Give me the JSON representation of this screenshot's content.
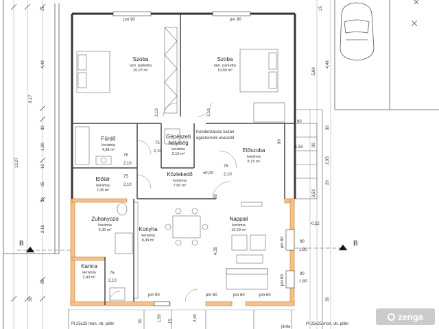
{
  "rooms": [
    {
      "id": "szoba-1",
      "name": "Szoba",
      "material": "lam. parketta",
      "area": "20,07 m²"
    },
    {
      "id": "szoba-2",
      "name": "Szoba",
      "material": "lam. parketta",
      "area": "19,89 m²"
    },
    {
      "id": "furdo",
      "name": "Fürdő",
      "material": "kerámia",
      "area": "4,98 m²"
    },
    {
      "id": "gepeszeti",
      "name": "Gépészeti helyiség",
      "material": "kerámia",
      "area": "2,10 m²"
    },
    {
      "id": "eloszoba",
      "name": "Előszoba",
      "material": "kerámia",
      "area": "8,15 m²"
    },
    {
      "id": "eloter",
      "name": "Előtér",
      "material": "kerámia",
      "area": "2,36 m²"
    },
    {
      "id": "kozlekedo",
      "name": "Közlekedő",
      "material": "kerámia",
      "area": "7,80 m²"
    },
    {
      "id": "zuhanyozo",
      "name": "Zuhanyozó",
      "material": "kerámia",
      "area": "5,30 m²"
    },
    {
      "id": "konyha",
      "name": "Konyha",
      "material": "kerámia",
      "area": "8,39 m²"
    },
    {
      "id": "nappali",
      "name": "Nappali",
      "material": "kerámia",
      "area": "19,29 m²"
    },
    {
      "id": "kamra",
      "name": "Kamra",
      "material": "kerámia",
      "area": "2,43 m²"
    }
  ],
  "notes": {
    "kazan_1": "Kondenzációs kazán",
    "kazan_2": "égéstermék elvezető",
    "level": "±0,00",
    "level_ext": "-0,52",
    "pillar_left": "Pl 25x25 mon. vb. pillér",
    "pillar_right": "Pl 25x25 mon. vb. pillér",
    "jarda": "járda"
  },
  "section_marks": {
    "left": "B",
    "right": "B"
  },
  "dimensions": {
    "pm90_top_1": "pm 90",
    "pm90_top_2": "pm 90",
    "pm90_bottom": "pm 90",
    "pm60_b1": "pm 60",
    "pm60_b2": "pm 60",
    "pm60_b3": "pm 60",
    "pm60_r1": "pm 60",
    "pm60_r2": "pm 60",
    "d_210_a": "2,10",
    "d_210_b": "2,10",
    "d_210_c": "2,10",
    "d_210_d": "2,10",
    "d_210_e": "2,10",
    "d_210_f": "2,10",
    "d_75_a": "75",
    "d_75_b": "75",
    "d_75_c": "75",
    "d_75_d": "75",
    "d_75_e": "75",
    "d_90_a": "90",
    "d_90_b": "90",
    "d_90_c": "90",
    "d_90_d": "90",
    "d_150": "1,50",
    "d_180_a": "1,80",
    "d_180_b": "1,80",
    "d_435": "4,35",
    "d_30_a": "30",
    "d_30_b": "30",
    "l_448": "4,48",
    "l_817": "8,17",
    "l_1327": "13,27",
    "l_30_1": "30",
    "l_190": "1,90",
    "l_95": "95",
    "l_10": "10",
    "l_30_2": "30",
    "l_216": "2,16",
    "l_30_3": "30",
    "l_30_4": "30",
    "l_15": "15",
    "r_15": "15",
    "r_448": "4,48",
    "r_560": "5,60",
    "r_30": "30",
    "r_295": "2,95",
    "r_90": "90",
    "r_353": "3,53",
    "r_20": "20",
    "r_30b": "30",
    "b_240": "2,40",
    "b_150": "1,50",
    "b_15": "15",
    "b_30": "30"
  }
}
